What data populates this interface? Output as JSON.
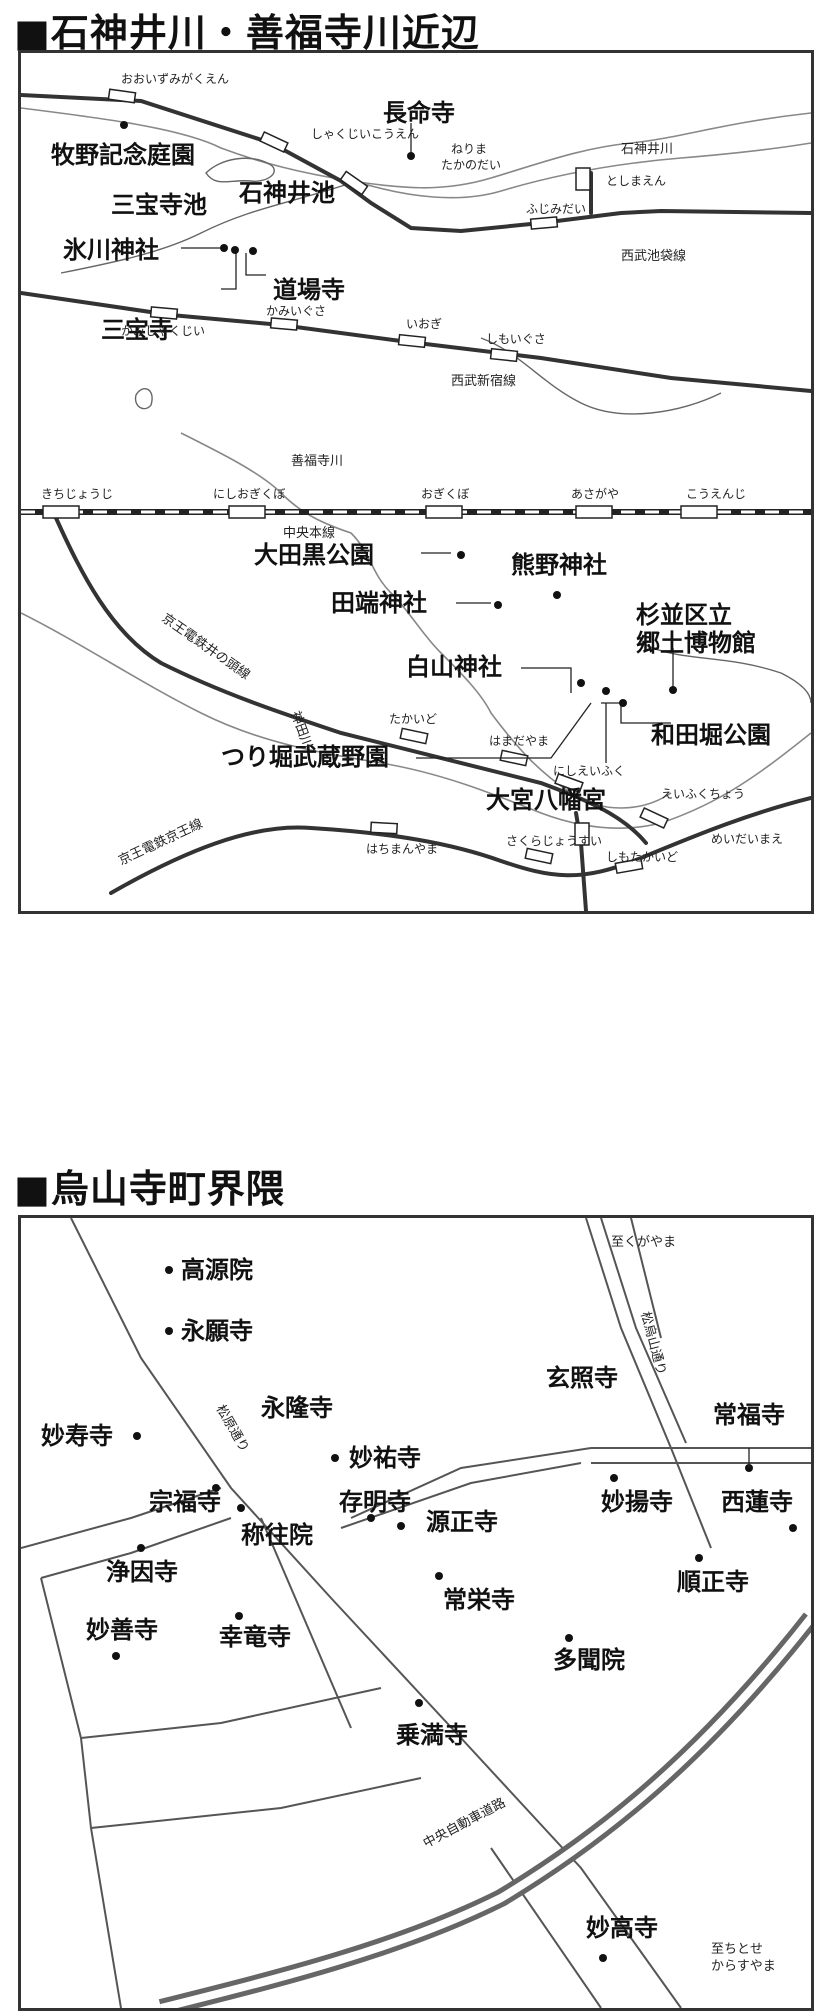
{
  "section1": {
    "title": "■石神井川・善福寺川近辺",
    "places": {
      "makino": "牧野記念庭園",
      "chomeiji": "長命寺",
      "sanpojiike": "三宝寺池",
      "shakujiiike": "石神井池",
      "hikawa": "氷川神社",
      "dojoji": "道場寺",
      "sanpoji": "三宝寺",
      "otaguro": "大田黒公園",
      "kumano": "熊野神社",
      "tabata": "田端神社",
      "hakusan": "白山神社",
      "museum1": "杉並区立",
      "museum2": "郷土博物館",
      "wadabori": "和田堀公園",
      "tsuribori": "つり堀武蔵野園",
      "omiya": "大宮八幡宮"
    },
    "stations": {
      "oizumi": "おおいずみがくえん",
      "shakujiikoen": "しゃくじいこうえん",
      "nerima1": "ねりま",
      "nerima2": "たかのだい",
      "fujimidai": "ふじみだい",
      "toshimaen": "としまえん",
      "kamishakujii": "かみしゃくじい",
      "kamiigusa": "かみいぐさ",
      "iogi": "いおぎ",
      "shimoigusa": "しもいぐさ",
      "kichijoji": "きちじょうじ",
      "nishiogikubo": "にしおぎくぼ",
      "ogikubo": "おぎくぼ",
      "asagaya": "あさがや",
      "koenji": "こうえんじ",
      "takaido": "たかいど",
      "hamadayama": "はまだやま",
      "nishieifuku": "にしえいふく",
      "eifukucho": "えいふくちょう",
      "meidaimae": "めいだいまえ",
      "hachimanyama": "はちまんやま",
      "sakurajosui": "さくらじょうすい",
      "shimotakaido": "しもたかいど"
    },
    "lines": {
      "ikebukuro": "西武池袋線",
      "shinjuku": "西武新宿線",
      "chuo": "中央本線",
      "inokashira": "京王電鉄井の頭線",
      "keio": "京王電鉄京王線"
    },
    "rivers": {
      "shakujii": "石神井川",
      "zenpukuji": "善福寺川",
      "kanda": "神田川"
    }
  },
  "section2": {
    "title": "■烏山寺町界隈",
    "temples": {
      "kogenin": "高源院",
      "eiganji": "永願寺",
      "eiryuji": "永隆寺",
      "myojuji": "妙寿寺",
      "myoyuji": "妙祐寺",
      "genshoji": "玄照寺",
      "jofukuji": "常福寺",
      "sofukuji": "宗福寺",
      "zonmyoji": "存明寺",
      "myoyoji": "妙揚寺",
      "sairenji": "西蓮寺",
      "shoojoin": "称往院",
      "genshoji2": "源正寺",
      "joinji": "浄因寺",
      "junshoji": "順正寺",
      "joeiji": "常栄寺",
      "myozenji": "妙善寺",
      "koryuji": "幸竜寺",
      "tamonin": "多聞院",
      "jomanji": "乗満寺",
      "myokoji": "妙高寺"
    },
    "roads": {
      "karasuyama": "松烏山通り",
      "matsubara": "松原通り",
      "expressway": "中央自動車道路"
    },
    "directions": {
      "kugayama": "至くがやま",
      "chitose1": "至ちとせ",
      "chitose2": "からすやま"
    }
  }
}
